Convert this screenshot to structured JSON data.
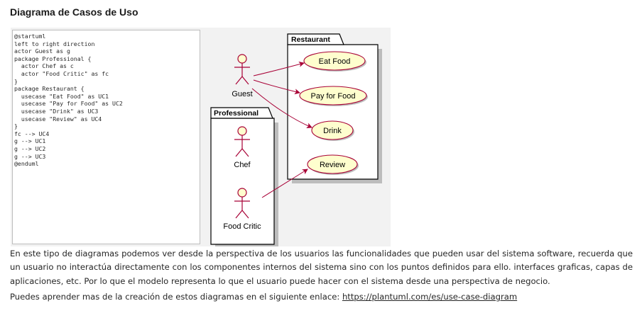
{
  "title": "Diagrama de Casos de Uso",
  "code": [
    "@startuml",
    "left to right direction",
    "actor Guest as g",
    "package Professional {",
    "  actor Chef as c",
    "  actor \"Food Critic\" as fc",
    "}",
    "package Restaurant {",
    "  usecase \"Eat Food\" as UC1",
    "  usecase \"Pay for Food\" as UC2",
    "  usecase \"Drink\" as UC3",
    "  usecase \"Review\" as UC4",
    "}",
    "fc --> UC4",
    "g --> UC1",
    "g --> UC2",
    "g --> UC3",
    "@enduml"
  ],
  "diagram": {
    "packages": {
      "restaurant": "Restaurant",
      "professional": "Professional"
    },
    "actors": {
      "guest": "Guest",
      "chef": "Chef",
      "food_critic": "Food Critic"
    },
    "usecases": {
      "uc1": "Eat Food",
      "uc2": "Pay for Food",
      "uc3": "Drink",
      "uc4": "Review"
    },
    "colors": {
      "usecase_fill": "#fefece",
      "line": "#a80036",
      "package_border": "#000000",
      "package_shadow": "#bdbdbd"
    }
  },
  "body": {
    "paragraph": "En este tipo de diagramas podemos ver desde la perspectiva de los usuarios las funcionalidades que pueden usar del sistema software, recuerda que un usuario no interactúa directamente con los componentes internos del sistema sino con los puntos definidos para ello. interfaces graficas, capas de aplicaciones, etc. Por lo que el modelo representa lo que el usuario puede hacer con el sistema desde una perspectiva de negocio.",
    "link_intro": "Puedes aprender mas de la creación de estos diagramas en el siguiente enlace: ",
    "link_text": "https://plantuml.com/es/use-case-diagram"
  }
}
